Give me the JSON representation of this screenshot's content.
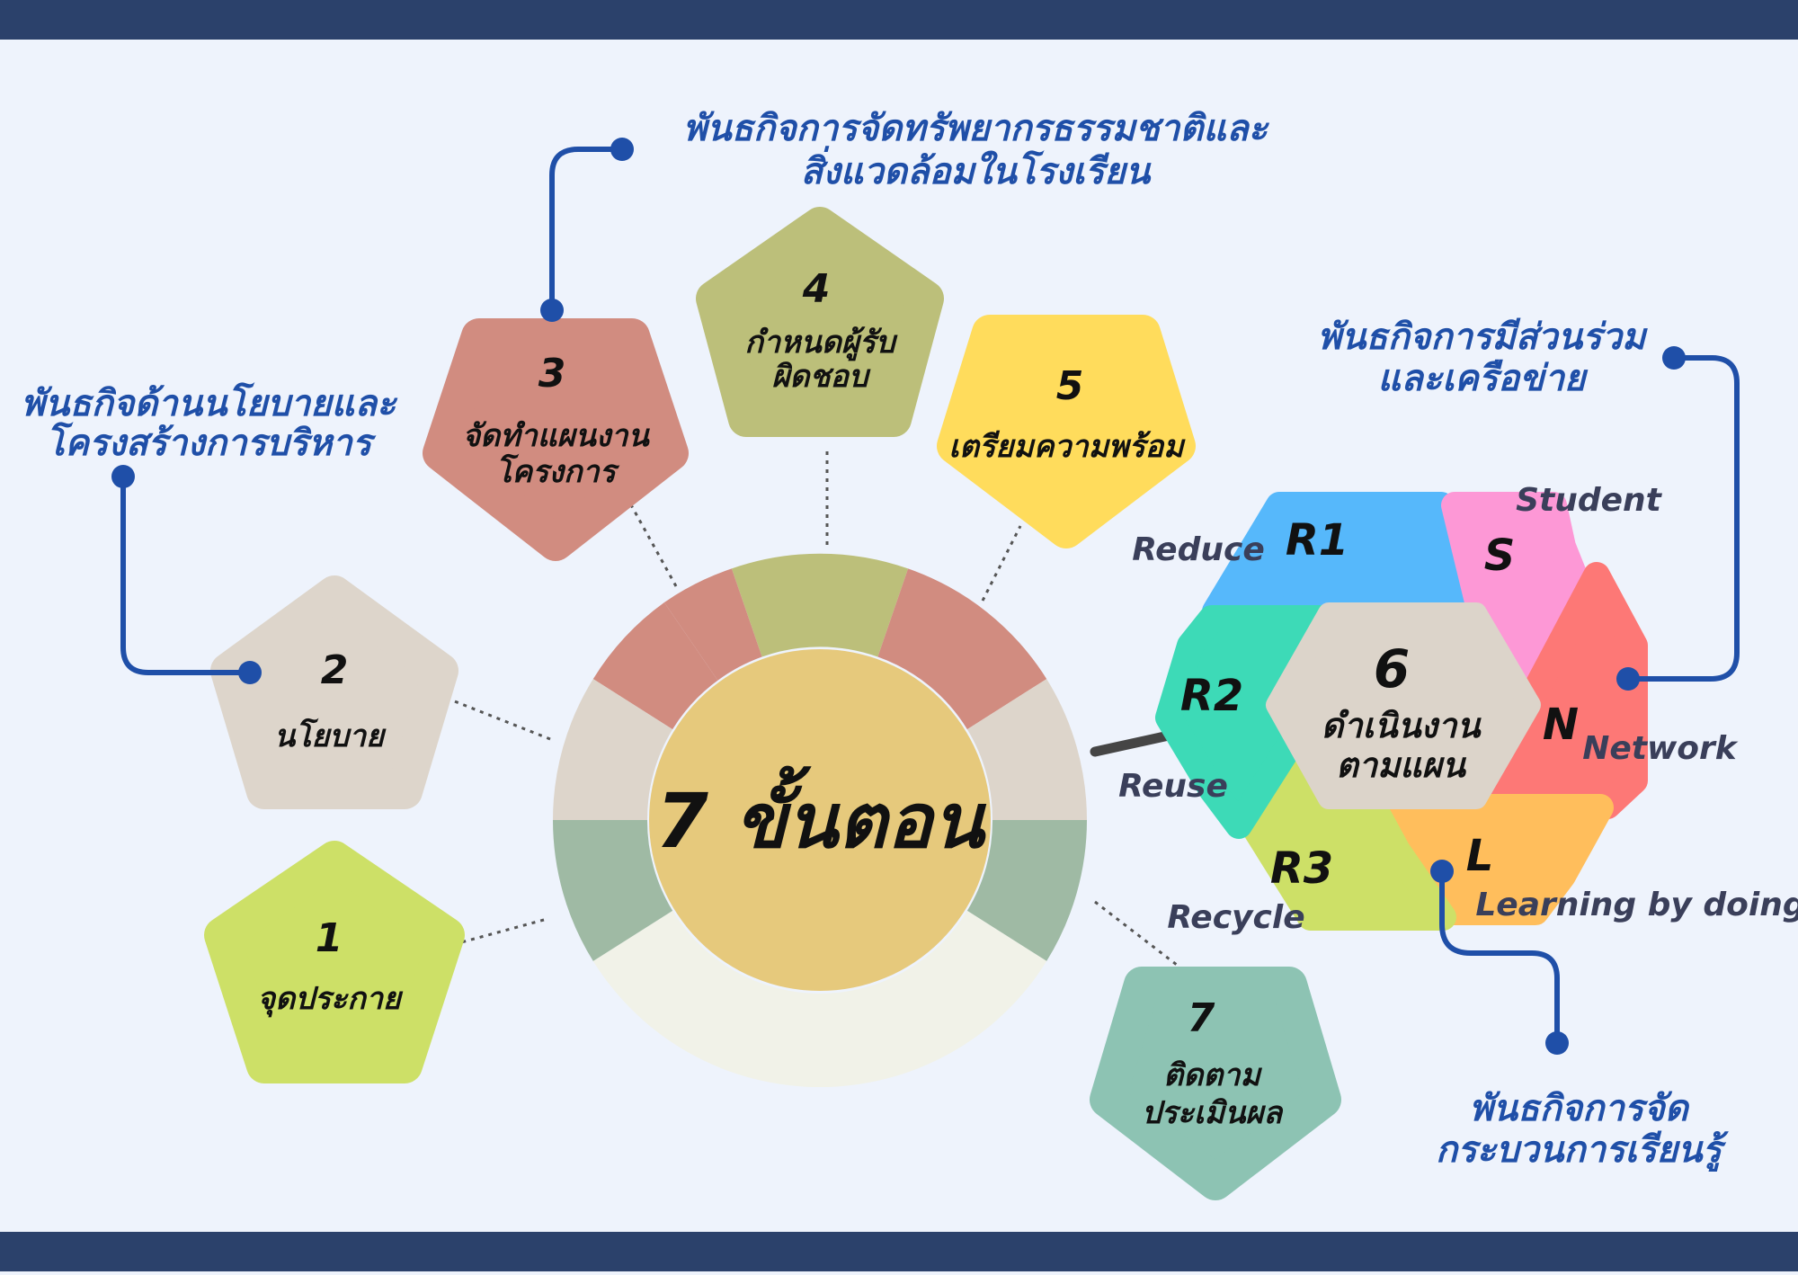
{
  "colors": {
    "banner": "#2b416b",
    "background": "#eef3fc",
    "accent_blue": "#1f4fa8",
    "ring_rose": "#d18c80",
    "ring_olive": "#bcbf7a",
    "ring_beige": "#ddd5cb",
    "ring_sage": "#9fbaa4",
    "ring_cream": "#f1f2e8",
    "center_fill": "#e6c97c"
  },
  "center": {
    "title": "7 ขั้นตอน"
  },
  "steps": [
    {
      "num": "1",
      "label": "จุดประกาย",
      "color": "#cde067"
    },
    {
      "num": "2",
      "label": "นโยบาย",
      "color": "#ddd5cb"
    },
    {
      "num": "3",
      "label_line1": "จัดทำแผนงาน",
      "label_line2": "โครงการ",
      "color": "#d18c80"
    },
    {
      "num": "4",
      "label_line1": "กำหนดผู้รับ",
      "label_line2": "ผิดชอบ",
      "color": "#bcbf7a"
    },
    {
      "num": "5",
      "label": "เตรียมความพร้อม",
      "color": "#ffdc5c"
    },
    {
      "num": "6",
      "label_line1": "ดำเนินงาน",
      "label_line2": "ตามแผน",
      "color": "#dcd4ca"
    },
    {
      "num": "7",
      "label_line1": "ติดตาม",
      "label_line2": "ประเมินผล",
      "color": "#8dc3b3"
    }
  ],
  "callouts": {
    "policy": {
      "line1": "พันธกิจด้านนโยบายและ",
      "line2": "โครงสร้างการบริหาร"
    },
    "resources": {
      "line1": "พันธกิจการจัดทรัพยากรธรรมชาติและ",
      "line2": "สิ่งแวดล้อมในโรงเรียน"
    },
    "participation": {
      "line1": "พันธกิจการมีส่วนร่วม",
      "line2": "และเครือข่าย"
    },
    "learning": {
      "line1": "พันธกิจการจัด",
      "line2": "กระบวนการเรียนรู้"
    }
  },
  "segments": [
    {
      "code": "R1",
      "word": "Reduce",
      "color": "#56b8fb"
    },
    {
      "code": "S",
      "word": "Student",
      "color": "#fd98d6"
    },
    {
      "code": "N",
      "word": "Network",
      "color": "#fd7876"
    },
    {
      "code": "L",
      "word": "Learning by doing",
      "color": "#ffbe5c"
    },
    {
      "code": "R3",
      "word": "Recycle",
      "color": "#cde067"
    },
    {
      "code": "R2",
      "word": "Reuse",
      "color": "#3ddab7"
    }
  ]
}
